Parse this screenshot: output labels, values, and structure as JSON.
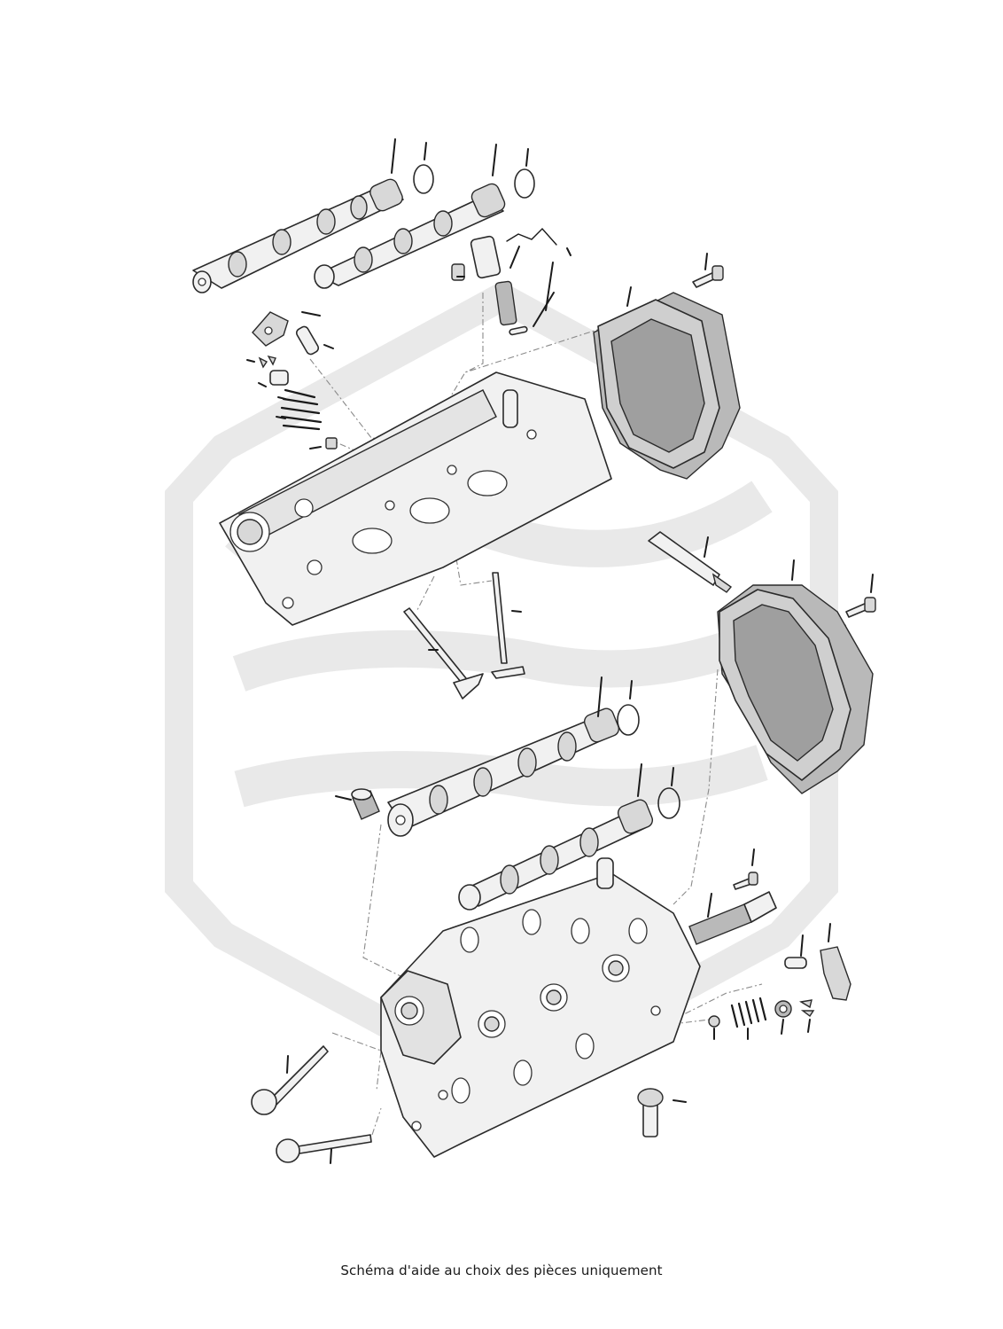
{
  "caption": "Schéma d'aide au choix des pièces uniquement",
  "colors": {
    "line": "#1a1a1a",
    "part_fill": "#f1f1f1",
    "part_shade": "#b9b9b9",
    "watermark": "#e9e9e9",
    "background": "#ffffff"
  },
  "components": [
    "upper-camshaft-1",
    "upper-camshaft-2",
    "camshaft-seal-ring",
    "camshaft-solenoid-valve",
    "valve-cover-upper",
    "valve-cover-lower",
    "cylinder-head-upper",
    "cylinder-head-lower",
    "intake-valve",
    "exhaust-valve",
    "valve-spring",
    "valve-keepers",
    "hydraulic-lifter",
    "rocker-arm",
    "sealant-tube",
    "bolt",
    "spark-plug-tube"
  ]
}
